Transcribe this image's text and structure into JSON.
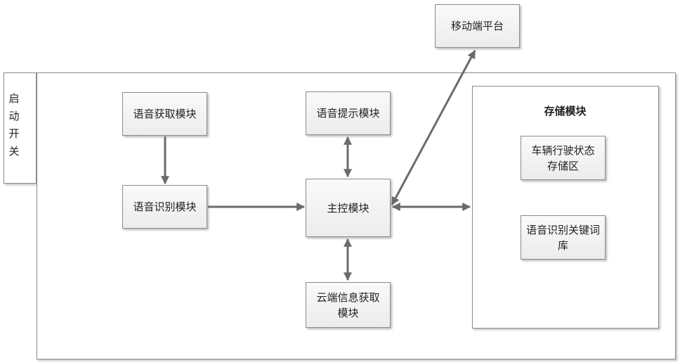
{
  "start_switch": {
    "label": "启动开关"
  },
  "storage": {
    "title": "存储模块"
  },
  "modules": {
    "mobile_platform": "移动端平台",
    "voice_acquire": "语音获取模块",
    "voice_prompt": "语音提示模块",
    "voice_recognition": "语音识别模块",
    "main_control": "主控模块",
    "cloud_info_line1": "云端信息获取",
    "cloud_info_line2": "模块",
    "vehicle_state_line1": "车辆行驶状态",
    "vehicle_state_line2": "存储区",
    "keyword_lib_line1": "语音识别关键词",
    "keyword_lib_line2": "库"
  },
  "colors": {
    "arrow": "#6b6b6b",
    "border": "#8c8c8c"
  }
}
